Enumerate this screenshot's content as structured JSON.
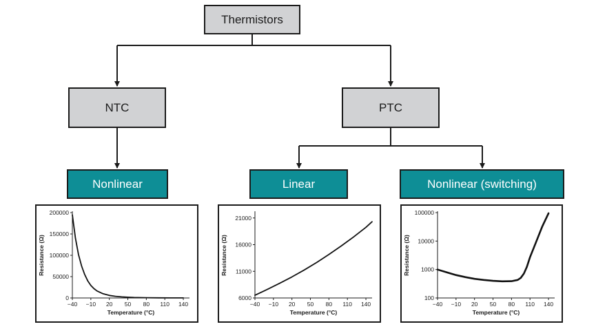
{
  "nodes": {
    "root": "Thermistors",
    "ntc": "NTC",
    "ptc": "PTC",
    "ntc_nonlinear": "Nonlinear",
    "ptc_linear": "Linear",
    "ptc_nonlinear_switching": "Nonlinear (switching)"
  },
  "colors": {
    "gray_box": "#d1d2d4",
    "teal_box": "#0e8e96",
    "line": "#1a1a1a"
  },
  "chart_data": [
    {
      "type": "line",
      "xlabel": "Temperature (°C)",
      "ylabel": "Resistance (Ω)",
      "xticks": [
        "−40",
        "−10",
        "20",
        "50",
        "80",
        "110",
        "140"
      ],
      "yticks": [
        "0",
        "50000",
        "100000",
        "150000",
        "200000"
      ],
      "xlim": [
        -40,
        150
      ],
      "ylim": [
        0,
        200000
      ],
      "series": [
        {
          "x": [
            -40,
            -35,
            -30,
            -25,
            -20,
            -15,
            -10,
            -5,
            0,
            10,
            20,
            30,
            40,
            50,
            60,
            80,
            100,
            120,
            140
          ],
          "values": [
            195000,
            140000,
            102000,
            75000,
            55000,
            40000,
            29500,
            22000,
            16500,
            9800,
            6000,
            3800,
            2500,
            1700,
            1150,
            600,
            330,
            200,
            130
          ]
        }
      ]
    },
    {
      "type": "line",
      "xlabel": "Temperature (°C)",
      "ylabel": "Resistance (Ω)",
      "xticks": [
        "−40",
        "−10",
        "20",
        "50",
        "80",
        "110",
        "140"
      ],
      "yticks": [
        "6000",
        "11000",
        "16000",
        "21000"
      ],
      "xlim": [
        -40,
        150
      ],
      "ylim": [
        6000,
        22000
      ],
      "series": [
        {
          "x": [
            -40,
            -20,
            0,
            20,
            40,
            60,
            80,
            100,
            120,
            140,
            150
          ],
          "values": [
            6500,
            7600,
            8750,
            9950,
            11250,
            12650,
            14150,
            15750,
            17450,
            19250,
            20300
          ]
        }
      ]
    },
    {
      "type": "line",
      "log_y": true,
      "xlabel": "Temperature (°C)",
      "ylabel": "Resistance (Ω)",
      "xticks": [
        "−40",
        "−10",
        "20",
        "50",
        "80",
        "110",
        "140"
      ],
      "yticks": [
        "100",
        "1000",
        "10000",
        "100000"
      ],
      "xlim": [
        -40,
        150
      ],
      "ylim": [
        100,
        100000
      ],
      "series": [
        {
          "x": [
            -40,
            -25,
            -10,
            5,
            20,
            35,
            50,
            65,
            80,
            90,
            95,
            100,
            105,
            110,
            120,
            130,
            140
          ],
          "values": [
            1000,
            800,
            640,
            540,
            470,
            430,
            400,
            385,
            390,
            430,
            510,
            720,
            1250,
            2700,
            9500,
            33000,
            95000
          ]
        }
      ]
    }
  ]
}
